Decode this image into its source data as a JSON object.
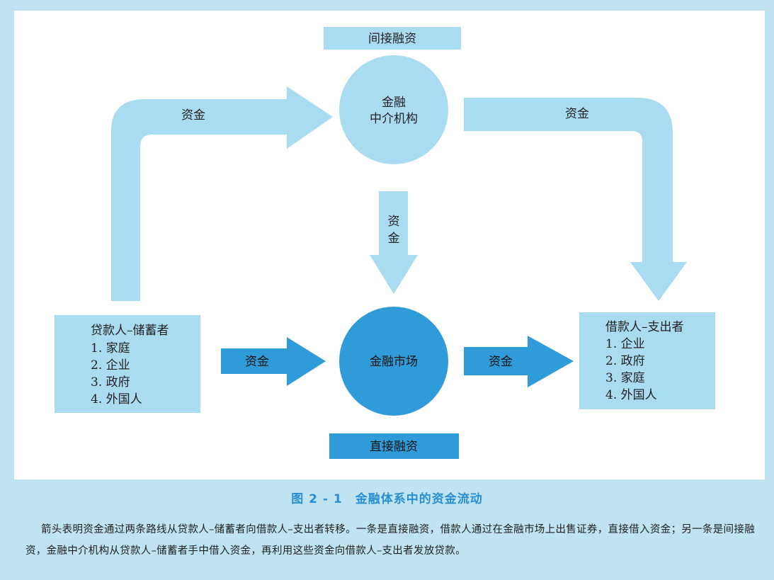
{
  "diagram": {
    "indirect_label": "间接融资",
    "direct_label": "直接融资",
    "intermediary": [
      "金融",
      "中介机构"
    ],
    "market": "金融市场",
    "lender": {
      "title": "贷款人–储蓄者",
      "items": [
        "1. 家庭",
        "2. 企业",
        "3. 政府",
        "4. 外国人"
      ]
    },
    "borrower": {
      "title": "借款人–支出者",
      "items": [
        "1. 企业",
        "2. 政府",
        "3. 家庭",
        "4. 外国人"
      ]
    },
    "arrows": {
      "lender_to_intermediary": "资金",
      "intermediary_to_borrower": "资金",
      "intermediary_to_market": [
        "资",
        "金"
      ],
      "lender_to_market": "资金",
      "market_to_borrower": "资金"
    },
    "colors": {
      "light": "#a9dcf0",
      "dark": "#2f9bd8",
      "caption": "#2a8fd2"
    }
  },
  "caption": {
    "title": "图 2 - 1　金融体系中的资金流动",
    "body": "箭头表明资金通过两条路线从贷款人–储蓄者向借款人–支出者转移。一条是直接融资，借款人通过在金融市场上出售证券，直接借入资金；另一条是间接融资，金融中介机构从贷款人–储蓄者手中借入资金，再利用这些资金向借款人–支出者发放贷款。"
  }
}
